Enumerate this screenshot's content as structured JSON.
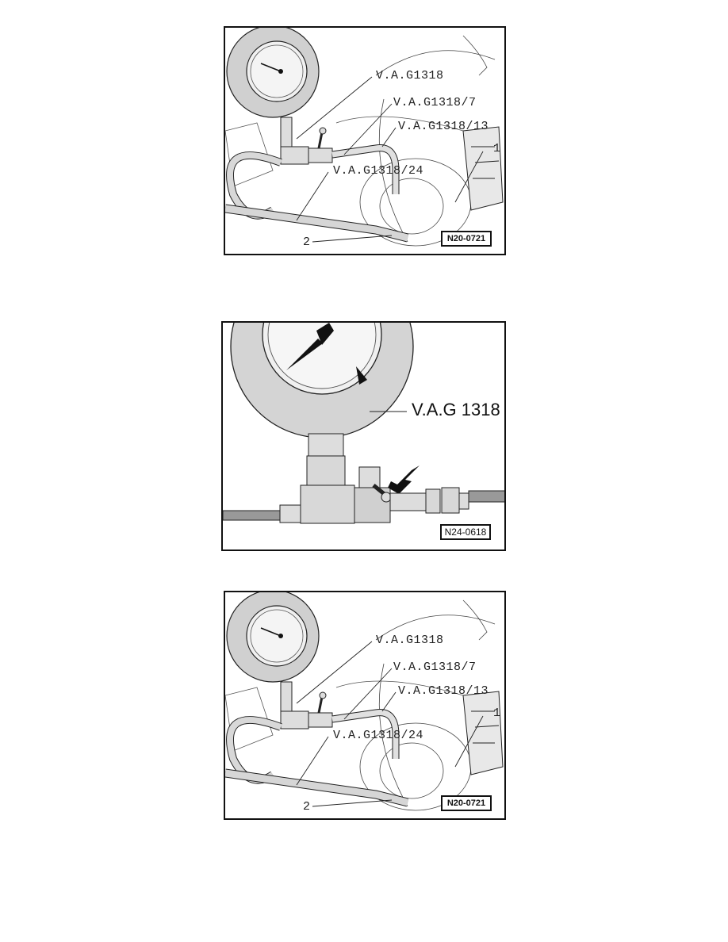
{
  "figures": [
    {
      "id": "figure-1",
      "callouts": {
        "c1": "V.A.G1318",
        "c2": "V.A.G1318/7",
        "c3": "V.A.G1318/13",
        "c4": "V.A.G1318/24",
        "item1": "1",
        "item2": "2"
      },
      "ref": "N20-0721"
    },
    {
      "id": "figure-2",
      "callouts": {
        "c1": "V.A.G 1318"
      },
      "ref": "N24-0618"
    },
    {
      "id": "figure-3",
      "callouts": {
        "c1": "V.A.G1318",
        "c2": "V.A.G1318/7",
        "c3": "V.A.G1318/13",
        "c4": "V.A.G1318/24",
        "item1": "1",
        "item2": "2"
      },
      "ref": "N20-0721"
    }
  ]
}
